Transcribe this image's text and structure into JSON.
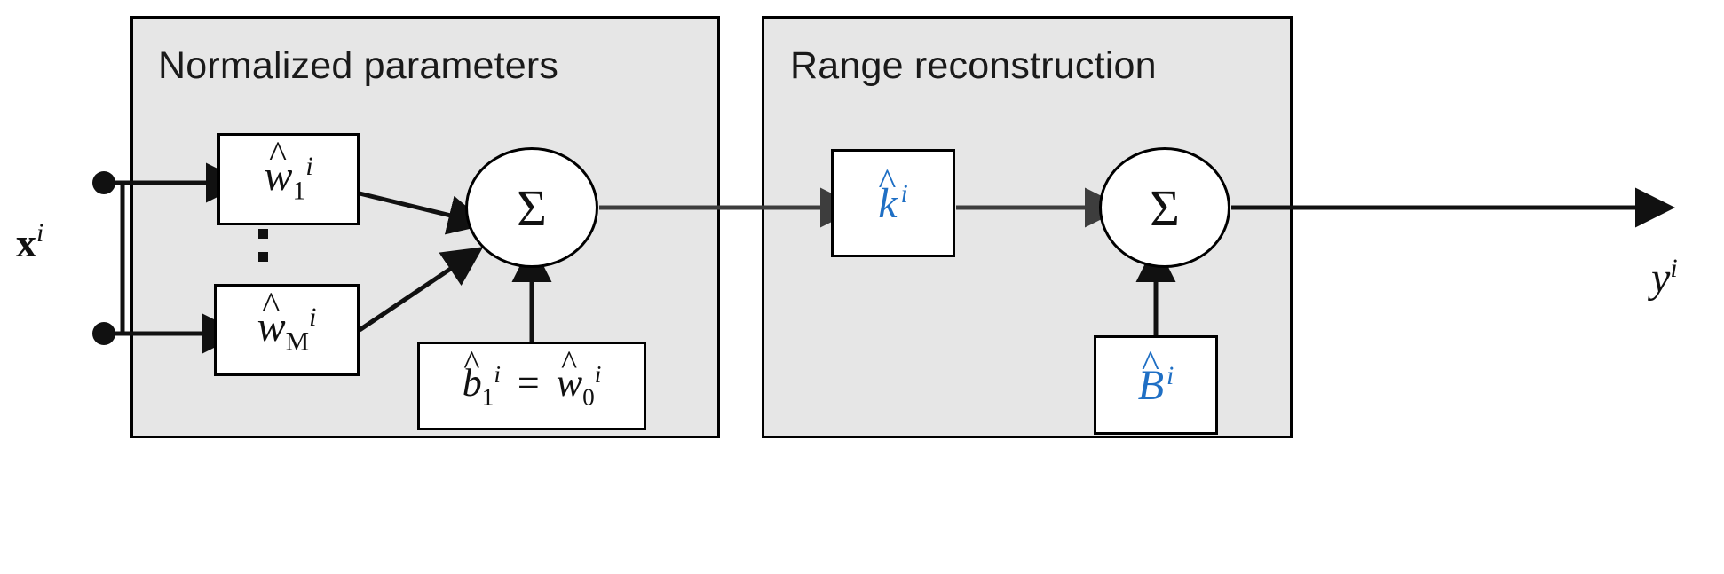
{
  "diagram": {
    "title": "Normalized parameters and range reconstruction neuron block",
    "type": "block-diagram",
    "background_color": "#ffffff",
    "panel_fill": "#e6e6e6",
    "stroke_color": "#000000",
    "accent_color": "#1f6fc4"
  },
  "panels": [
    {
      "id": "normalized",
      "title": "Normalized  parameters"
    },
    {
      "id": "range",
      "title": "Range reconstruction"
    }
  ],
  "input": {
    "label_base": "x",
    "label_sup": "i",
    "terminals": 2
  },
  "output": {
    "label_base": "y",
    "label_sup": "i"
  },
  "left_panel": {
    "weights": [
      {
        "hat": "^",
        "base": "w",
        "sub": "1",
        "sup": "i",
        "color": "#111111"
      },
      {
        "hat": "^",
        "base": "w",
        "sub": "M",
        "sup": "i",
        "color": "#111111"
      }
    ],
    "vertical_ellipsis": "⋮",
    "bias": {
      "lhs": {
        "hat": "^",
        "base": "b",
        "sub": "1",
        "sup": "i"
      },
      "operator": "=",
      "rhs": {
        "hat": "^",
        "base": "w",
        "sub": "0",
        "sup": "i"
      },
      "color": "#111111"
    },
    "summation_symbol": "Σ"
  },
  "right_panel": {
    "scale": {
      "hat": "^",
      "base": "k",
      "sup": "i",
      "color": "#1f6fc4"
    },
    "offset": {
      "hat": "^",
      "base": "B",
      "sup": "i",
      "color": "#1f6fc4"
    },
    "summation_symbol": "Σ"
  },
  "symbols": {
    "hat": "^",
    "sigma": "Σ",
    "equals": "="
  }
}
